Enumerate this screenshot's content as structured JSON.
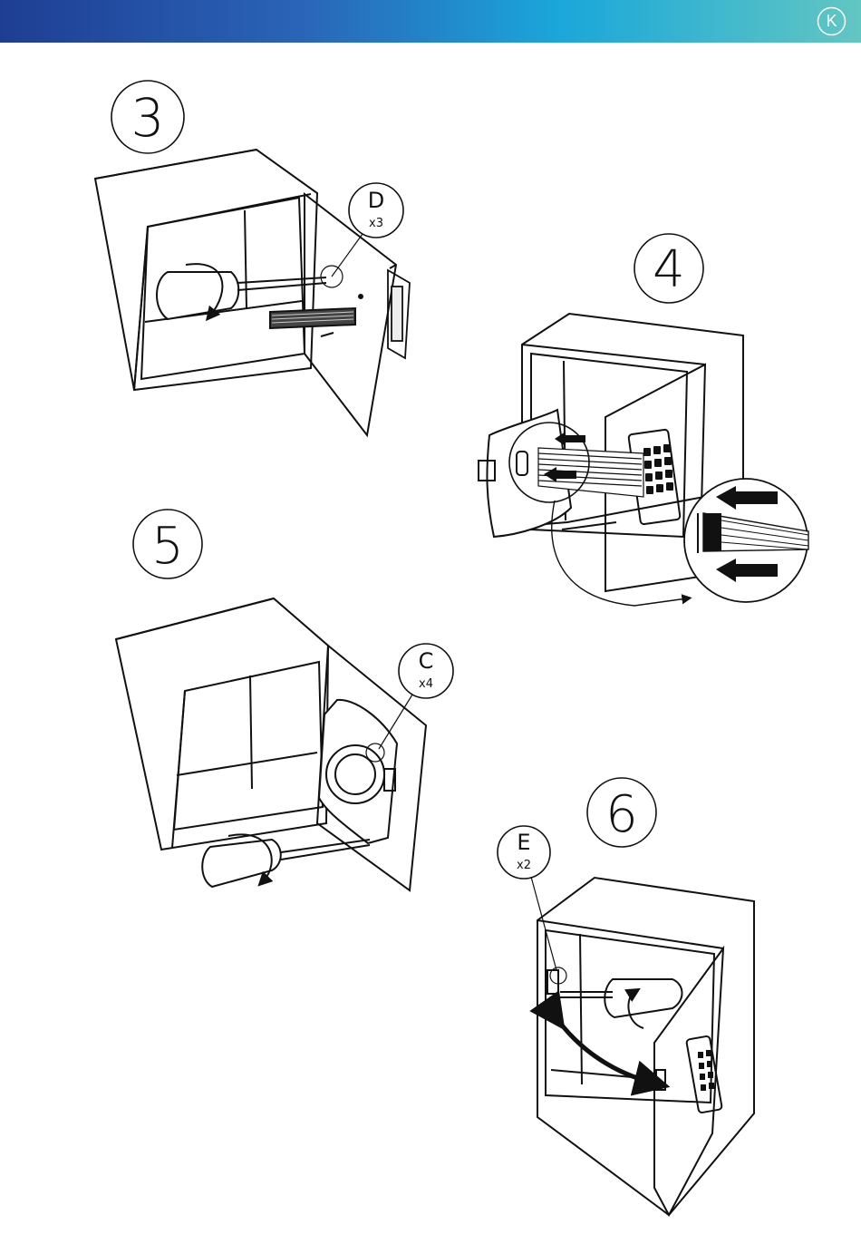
{
  "header": {
    "logo_letter": "K",
    "gradient_colors": [
      "#1e3e93",
      "#2a64b8",
      "#1aa7da",
      "#62c6c2"
    ]
  },
  "steps": [
    {
      "number": "3",
      "callout_letter": "D",
      "callout_qty": "x3"
    },
    {
      "number": "4"
    },
    {
      "number": "5",
      "callout_letter": "C",
      "callout_qty": "x4"
    },
    {
      "number": "6",
      "callout_letter": "E",
      "callout_qty": "x2"
    }
  ],
  "icons": [
    "screwdriver-icon",
    "rotate-arrow-icon",
    "ribbon-cable-icon",
    "keypad-icon",
    "lock-box-icon",
    "push-arrow-icon",
    "swing-arrow-icon"
  ]
}
